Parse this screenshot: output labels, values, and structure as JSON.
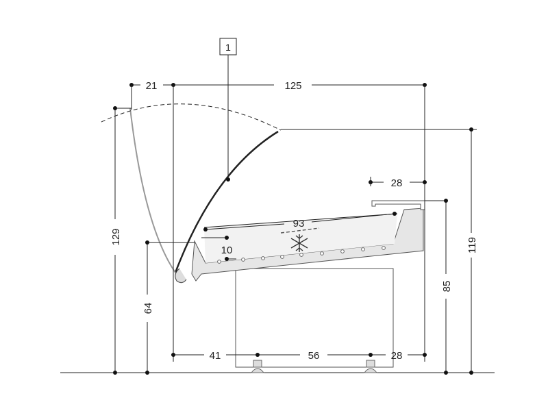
{
  "callout": {
    "label": "1"
  },
  "dimensions": {
    "top_left_overhang": "21",
    "overall_depth": "125",
    "rear_shelf_depth": "28",
    "display_depth": "93",
    "tray_depth": "10",
    "open_height": "129",
    "counter_height": "64",
    "overall_height": "119",
    "rear_height": "85",
    "base_front": "41",
    "base_middle": "56",
    "base_rear": "28"
  },
  "icons": {
    "refrigeration": "snowflake-icon"
  },
  "colors": {
    "line": "#222222",
    "glass": "#222222",
    "open_glass": "#999999",
    "cabinet": "#e6e6e6",
    "tray": "#f2f2f2"
  }
}
